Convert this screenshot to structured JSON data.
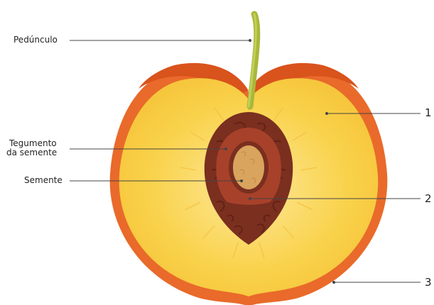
{
  "labels": {
    "peduncle": "Pedúnculo",
    "seed_coat_line1": "Tegumento",
    "seed_coat_line2": "da semente",
    "seed": "Semente"
  },
  "numbers": {
    "n1": "1",
    "n2": "2",
    "n3": "3"
  },
  "colors": {
    "skin": "#e96a2a",
    "skin_dark": "#d9531c",
    "flesh": "#f9d24b",
    "flesh_inner": "#fbe27a",
    "pit": "#7a2f1f",
    "pit_inner": "#a8412a",
    "seed": "#d9a45e",
    "stem": "#a9b83a",
    "leader": "#444444"
  }
}
